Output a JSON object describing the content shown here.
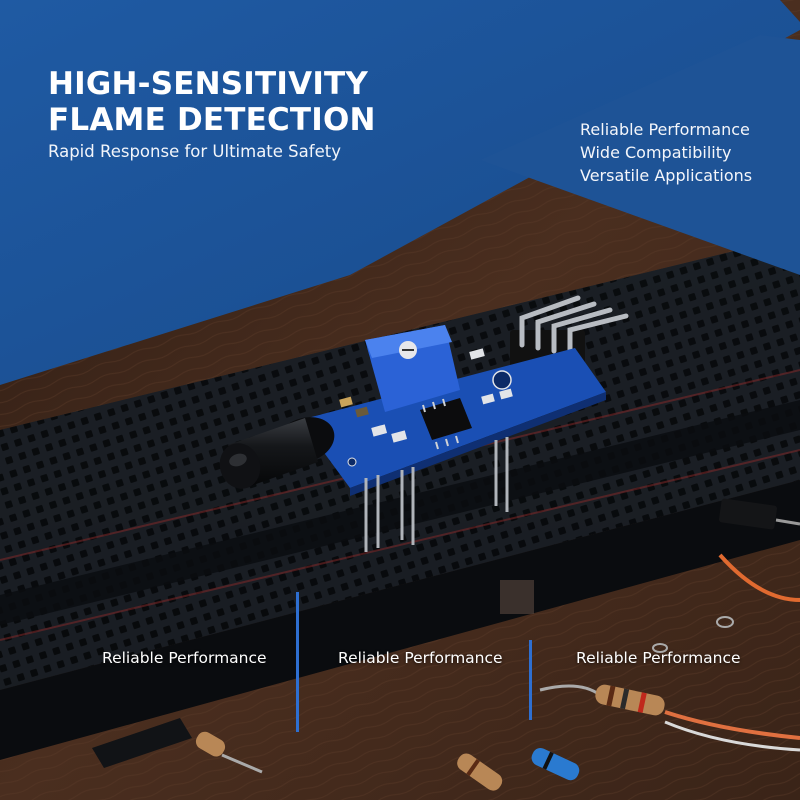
{
  "hero": {
    "headline_line1": "HIGH-SENSITIVITY",
    "headline_line2": "FLAME DETECTION",
    "tagline": "Rapid Response for Ultimate Safety"
  },
  "features": [
    "Reliable Performance",
    "Wide Compatibility",
    "Versatile Applications"
  ],
  "bottom_labels": [
    "Reliable Performance",
    "Reliable Performance",
    "Reliable Performance"
  ],
  "colors": {
    "panel_blue": "#1e5396",
    "divider_blue": "#2e6fd1",
    "pcb_blue": "#1a4fb4",
    "wood": "#4a2e1f"
  }
}
